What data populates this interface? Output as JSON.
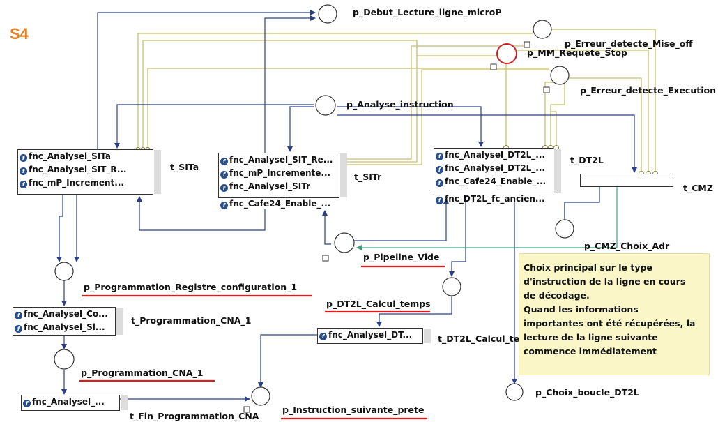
{
  "sheet_label": "S4",
  "places": {
    "p1": "p_Debut_Lecture_ligne_microP",
    "p2": "p_Erreur_detecte_Mise_off",
    "p3": "p_MM_Requete_Stop",
    "p4": "p_Erreur_detecte_Execution",
    "p5": "p_Analyse_instruction",
    "p6": "p_CMZ_Choix_Adr",
    "p7": "p_Pipeline_Vide",
    "p8": "p_Programmation_Registre_configuration_1",
    "p9": "p_DT2L_Calcul_temps",
    "p10": "p_Programmation_CNA_1",
    "p11": "p_Instruction_suivante_prete",
    "p12": "p_Choix_boucle_DT2L"
  },
  "transitions": {
    "t_sita": {
      "label": "t_SITa",
      "functions": [
        "fnc_Analysel_SITa",
        "fnc_Analysel_SIT_R...",
        "fnc_mP_Increment..."
      ]
    },
    "t_sitr": {
      "label": "t_SITr",
      "functions": [
        "fnc_Analysel_SIT_Re...",
        "fnc_mP_Incremente...",
        "fnc_Analysel_SITr"
      ],
      "extra": "fnc_Cafe24_Enable_..."
    },
    "t_dt2l": {
      "label": "t_DT2L",
      "functions": [
        "fnc_Analysel_DT2L_...",
        "fnc_Analysel_DT2L_...",
        "fnc_Cafe24_Enable_..."
      ],
      "extra": "fnc_DT2L_fc_ancien..."
    },
    "t_cmz": {
      "label": "t_CMZ"
    },
    "t_prog": {
      "label": "t_Programmation_CNA_1",
      "functions": [
        "fnc_Analysel_Co...",
        "fnc_Analysel_Sl..."
      ]
    },
    "t_calc": {
      "label": "t_DT2L_Calcul_te",
      "functions": [
        "fnc_Analysel_DT..."
      ]
    },
    "t_fin": {
      "label": "t_Fin_Programmation_CNA",
      "functions": [
        "fnc_Analysel_..."
      ]
    }
  },
  "note": "Choix principal sur le type\nd'instruction de la ligne en cours\nde décodage.\nQuand les informations\nimportantes ont été récupérées, la\nlecture de la ligne suivante\ncommence immédiatement",
  "colors": {
    "arc": "#2b3f86",
    "inhibitor": "#c8bf6a",
    "read_arc": "#3aa37e",
    "highlight": "#cc2222",
    "underline": "#e01b1b",
    "sheet_label": "#e8821e",
    "note_bg": "#fbf6c8"
  }
}
